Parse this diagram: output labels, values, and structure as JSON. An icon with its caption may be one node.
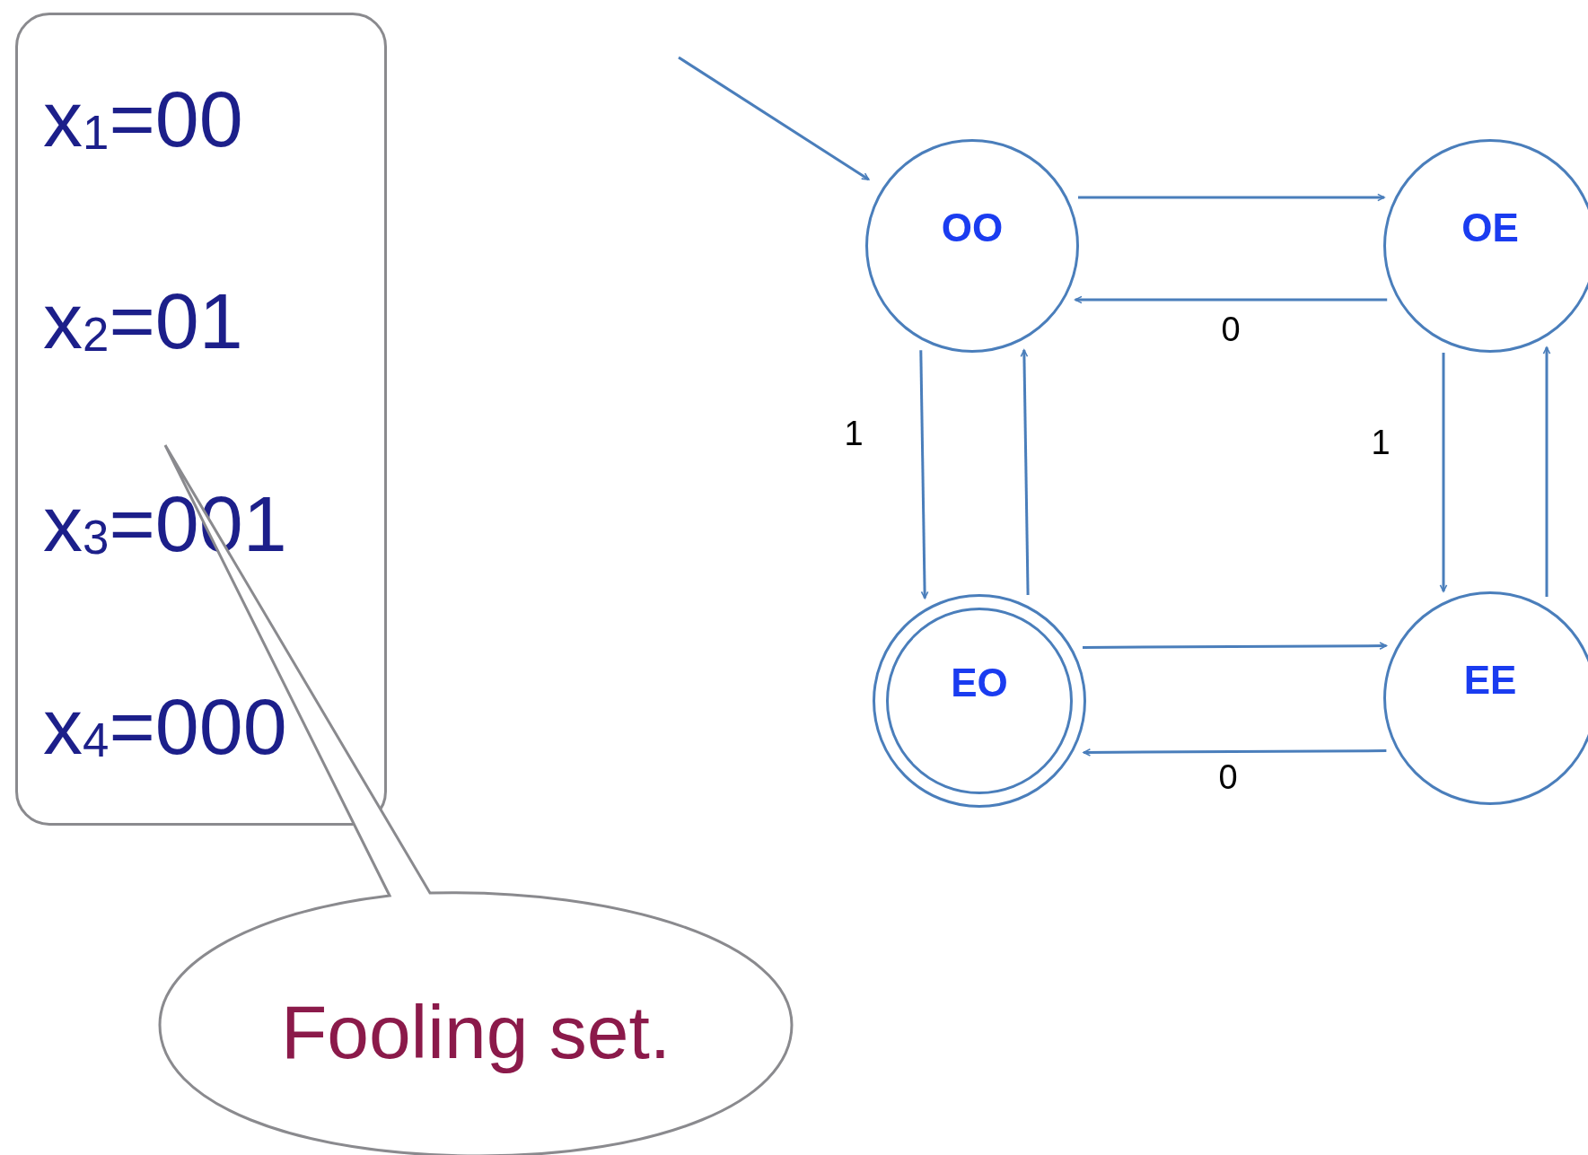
{
  "diagram": {
    "nodes": [
      {
        "text": [
          "x$_{1}$=00",
          "x$_{2}$=01",
          "x$_{3}$=001",
          "x$_{4}$=000"
        ]
      },
      {
        "text": [
          "Fooling set."
        ]
      },
      {
        "text": [
          "OO"
        ]
      },
      {
        "text": [
          "OE"
        ]
      },
      {
        "text": [
          "EO"
        ]
      },
      {
        "text": [
          "EE"
        ]
      }
    ],
    "edges": [
      {
        "from": null,
        "to": 2,
        "arrow": "to"
      },
      {
        "from": 2,
        "to": 3,
        "arrow": "to"
      },
      {
        "from": 3,
        "to": 2,
        "arrow": "to",
        "label": "0"
      },
      {
        "from": 2,
        "to": 4,
        "arrow": "to",
        "label": "1"
      },
      {
        "from": 4,
        "to": 2,
        "arrow": "to"
      },
      {
        "from": 3,
        "to": 5,
        "arrow": "to",
        "label": "1"
      },
      {
        "from": 5,
        "to": 3,
        "arrow": "to"
      },
      {
        "from": 4,
        "to": 5,
        "arrow": "to"
      },
      {
        "from": 5,
        "to": 4,
        "arrow": "to",
        "label": "0"
      }
    ]
  }
}
